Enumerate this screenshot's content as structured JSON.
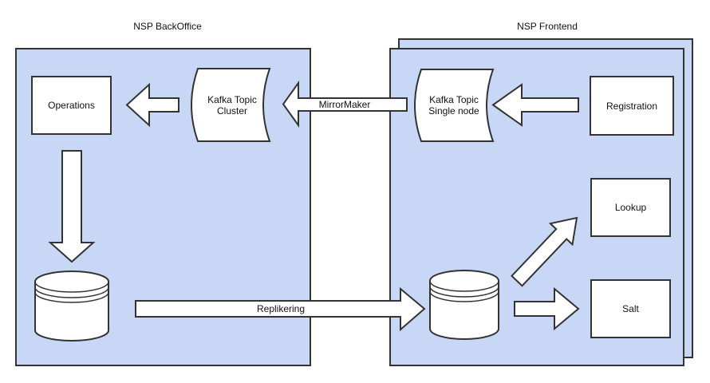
{
  "colors": {
    "background": "#ffffff",
    "container_fill": "#c8d7f5",
    "shape_fill": "#ffffff",
    "stroke": "#333333",
    "text": "#111111"
  },
  "containers": {
    "backoffice": {
      "title": "NSP BackOffice"
    },
    "frontend": {
      "title": "NSP Frontend"
    }
  },
  "nodes": {
    "operations": {
      "label": "Operations"
    },
    "kafka_cluster": {
      "line1": "Kafka Topic",
      "line2": "Cluster"
    },
    "kafka_single_node": {
      "line1": "Kafka Topic",
      "line2": "Single node"
    },
    "registration": {
      "label": "Registration"
    },
    "lookup": {
      "label": "Lookup"
    },
    "salt": {
      "label": "Salt"
    }
  },
  "arrows": {
    "mirrormaker": {
      "label": "MirrorMaker"
    },
    "replikering": {
      "label": "Replikering"
    }
  }
}
